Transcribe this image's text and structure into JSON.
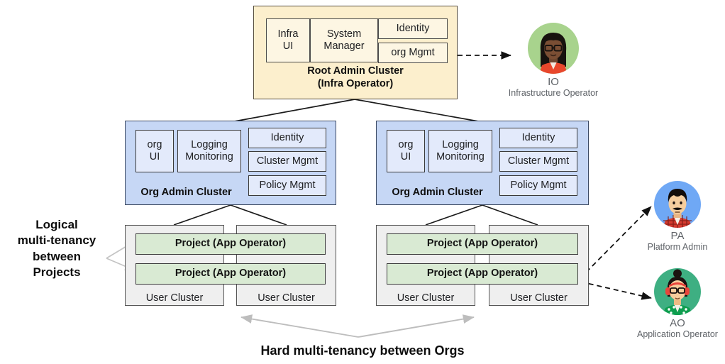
{
  "diagram": {
    "bottom_caption": "Hard multi-tenancy between Orgs",
    "side_caption": "Logical\nmulti-tenancy\nbetween\nProjects"
  },
  "root_cluster": {
    "title_line1": "Root Admin Cluster",
    "title_line2": "(Infra Operator)",
    "fill": "#FCEFCD",
    "modules": [
      {
        "label": "Infra\nUI",
        "name": "infra-ui"
      },
      {
        "label": "System\nManager",
        "name": "system-manager"
      },
      {
        "label": "Identity",
        "name": "identity"
      },
      {
        "label": "org Mgmt",
        "name": "org-mgmt"
      }
    ]
  },
  "org_clusters": [
    {
      "title": "Org Admin Cluster",
      "fill": "#C6D7F5",
      "modules": [
        {
          "label": "org\nUI",
          "name": "org-ui"
        },
        {
          "label": "Logging\nMonitoring",
          "name": "logging-monitoring"
        },
        {
          "label": "Identity",
          "name": "identity"
        },
        {
          "label": "Cluster Mgmt",
          "name": "cluster-mgmt"
        },
        {
          "label": "Policy Mgmt",
          "name": "policy-mgmt"
        }
      ],
      "projects": [
        "Project (App Operator)",
        "Project (App Operator)"
      ],
      "user_clusters": [
        "User Cluster",
        "User Cluster"
      ]
    },
    {
      "title": "Org Admin Cluster",
      "fill": "#C6D7F5",
      "modules": [
        {
          "label": "org\nUI",
          "name": "org-ui"
        },
        {
          "label": "Logging\nMonitoring",
          "name": "logging-monitoring"
        },
        {
          "label": "Identity",
          "name": "identity"
        },
        {
          "label": "Cluster Mgmt",
          "name": "cluster-mgmt"
        },
        {
          "label": "Policy Mgmt",
          "name": "policy-mgmt"
        }
      ],
      "projects": [
        "Project (App Operator)",
        "Project  (App Operator)"
      ],
      "user_clusters": [
        "User Cluster",
        "User Cluster"
      ]
    }
  ],
  "personas": [
    {
      "abbr": "IO",
      "role": "Infrastructure Operator",
      "ring_color": "#A8D38D",
      "name": "infrastructure-operator"
    },
    {
      "abbr": "PA",
      "role": "Platform Admin",
      "ring_color": "#6FA8F5",
      "name": "platform-admin"
    },
    {
      "abbr": "AO",
      "role": "Application Operator",
      "ring_color": "#3EAF82",
      "name": "application-operator"
    }
  ]
}
